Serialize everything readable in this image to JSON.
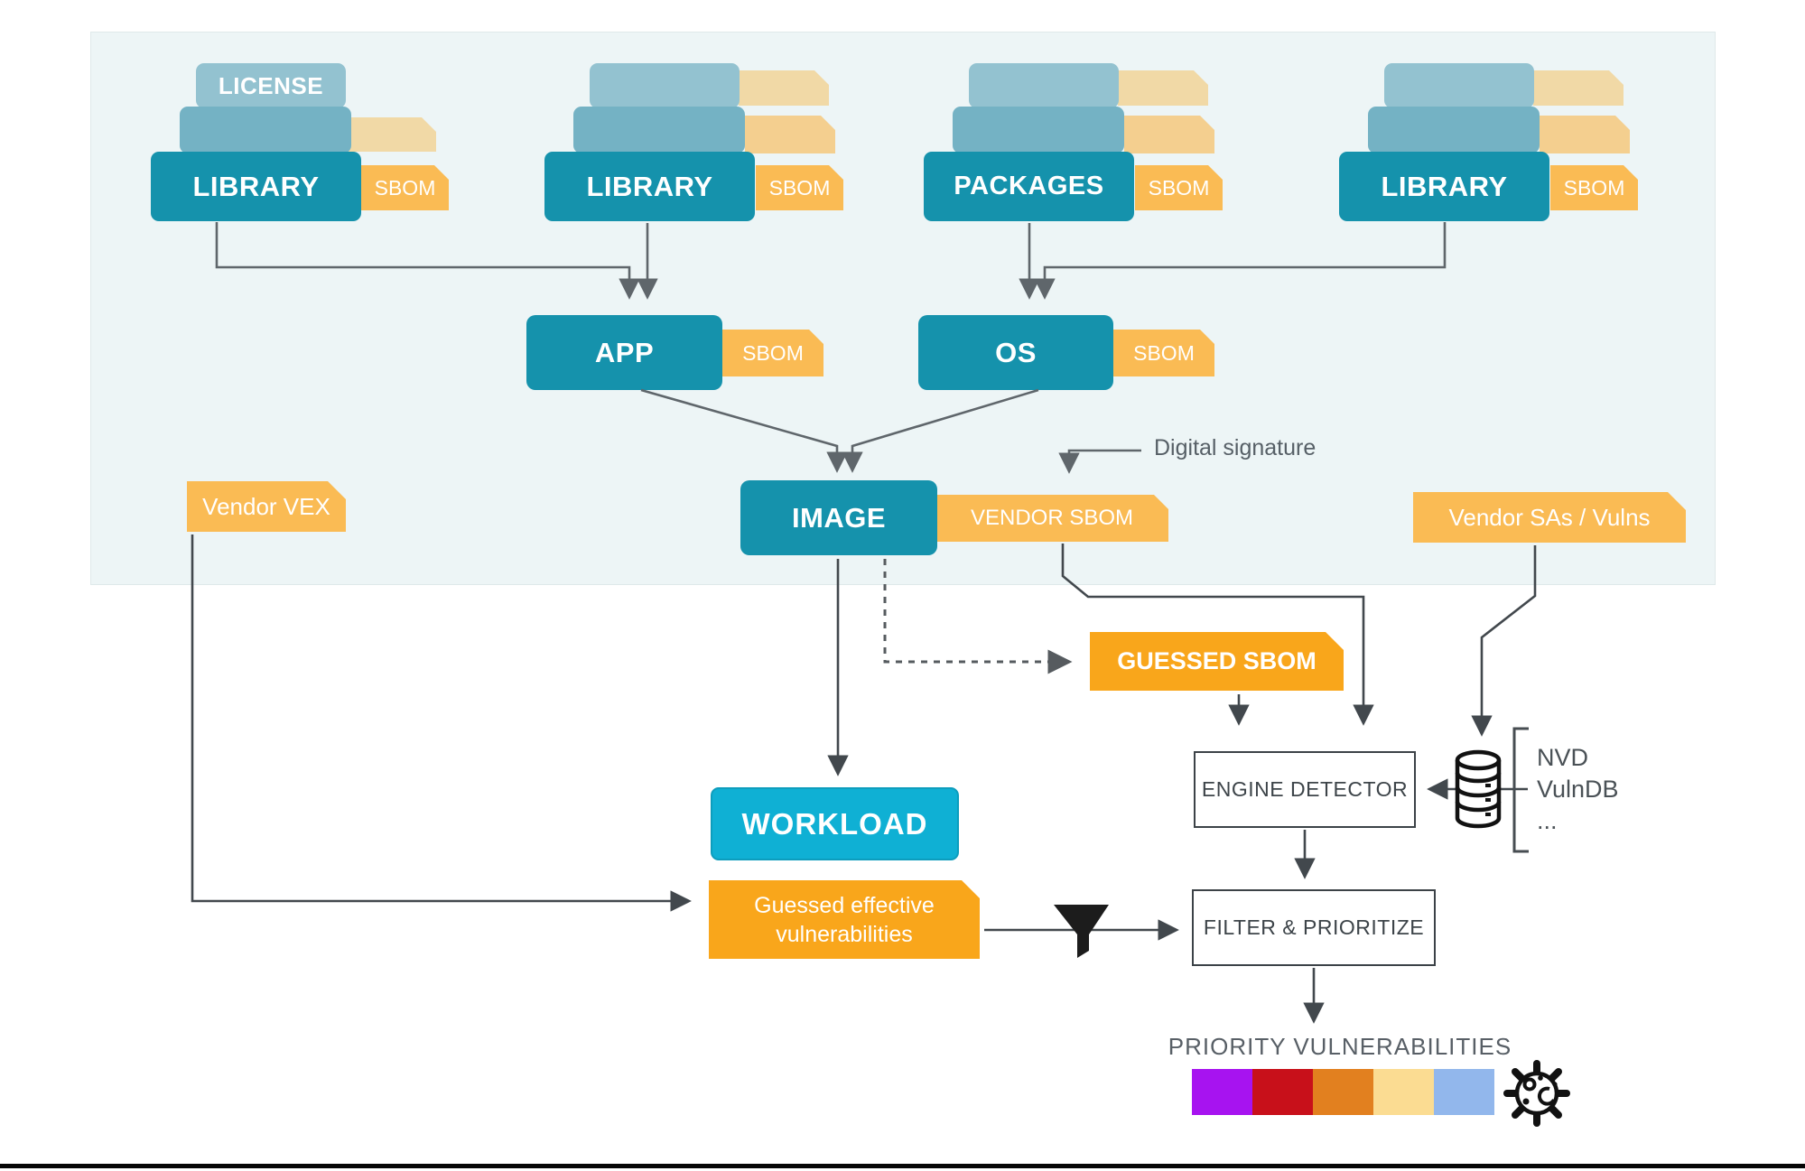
{
  "stacks": [
    {
      "top_label": "LICENSE",
      "label": "LIBRARY",
      "sbom_label": "SBOM"
    },
    {
      "top_label": "",
      "label": "LIBRARY",
      "sbom_label": "SBOM"
    },
    {
      "top_label": "",
      "label": "PACKAGES",
      "sbom_label": "SBOM"
    },
    {
      "top_label": "",
      "label": "LIBRARY",
      "sbom_label": "SBOM"
    }
  ],
  "nodes": {
    "app": {
      "label": "APP",
      "sbom_label": "SBOM"
    },
    "os": {
      "label": "OS",
      "sbom_label": "SBOM"
    },
    "image": {
      "label": "IMAGE"
    },
    "workload": {
      "label": "WORKLOAD"
    },
    "engine_detector": {
      "label": "ENGINE DETECTOR"
    },
    "filter_prioritize": {
      "label": "FILTER & PRIORITIZE"
    }
  },
  "tags": {
    "vendor_vex": "Vendor VEX",
    "vendor_sbom": "VENDOR SBOM",
    "vendor_sas": "Vendor SAs / Vulns",
    "guessed_sbom": "GUESSED SBOM",
    "guessed_effective_line1": "Guessed effective",
    "guessed_effective_line2": "vulnerabilities"
  },
  "annotations": {
    "digital_signature": "Digital signature",
    "db_line1": "NVD",
    "db_line2": "VulnDB",
    "db_line3": "...",
    "priority_title": "PRIORITY VULNERABILITIES"
  },
  "colors": {
    "teal": "#1592ac",
    "cyan_workload": "#0fb0d4",
    "light_blue": "#93c2d0",
    "mid_blue": "#74b2c4",
    "tag_orange": "#fabb54",
    "pale_tag_light": "#f1d9a6",
    "pale_tag_dark": "#f4cf8f",
    "deep_orange": "#f9a61b",
    "panel_bg": "#edf5f6",
    "priority_swatches": [
      "#a713f0",
      "#c8101a",
      "#e2801f",
      "#fbdc92",
      "#92b7ec"
    ]
  },
  "icons": [
    "funnel-icon",
    "database-icon",
    "bracket-icon",
    "virus-icon"
  ]
}
